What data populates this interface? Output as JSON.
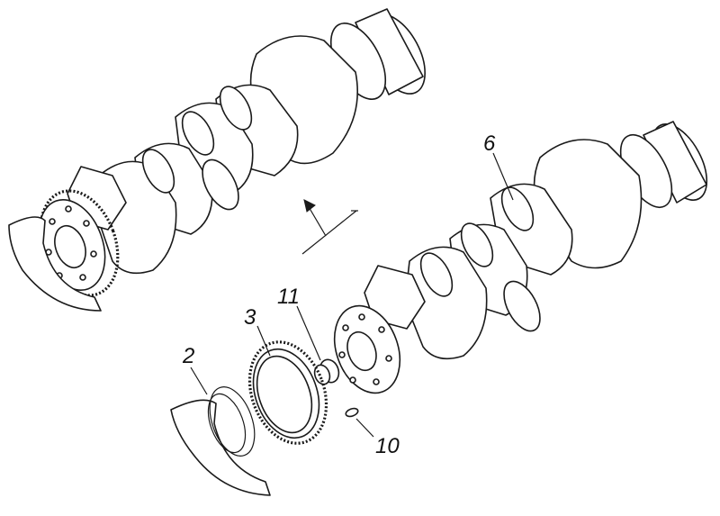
{
  "labels": {
    "part_2": "2",
    "part_3": "3",
    "part_11": "11",
    "part_10": "10",
    "part_6": "6"
  },
  "colors": {
    "line": "#1a1a1a",
    "background": "#ffffff"
  }
}
